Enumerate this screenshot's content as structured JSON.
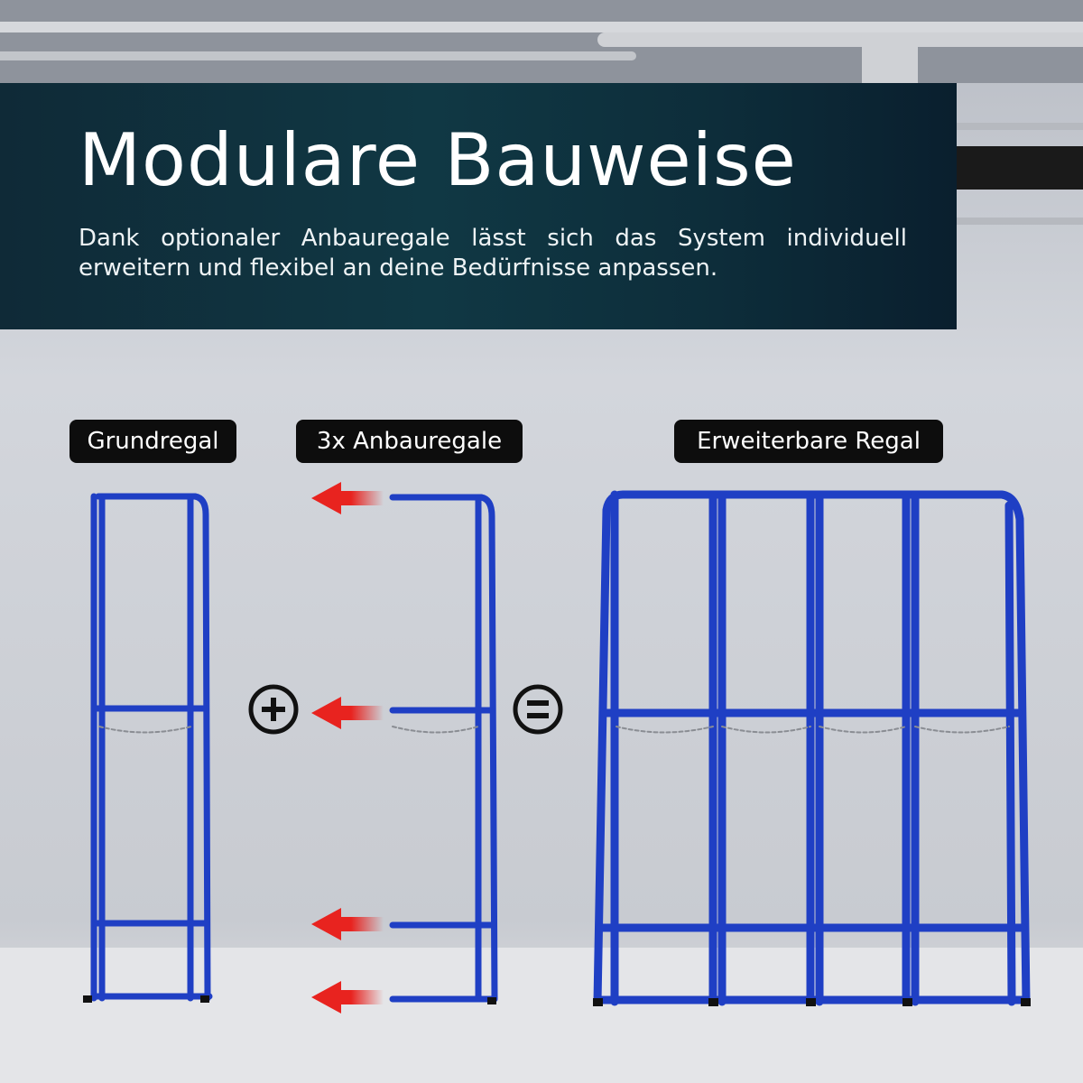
{
  "banner": {
    "title": "Modulare Bauweise",
    "subtitle": "Dank optionaler Anbauregale lässt sich das System individuell erweitern und flexibel an deine Bedürfnisse anpassen."
  },
  "labels": {
    "base": "Grundregal",
    "addon": "3x Anbauregale",
    "result": "Erweiterbare Regal"
  },
  "symbols": {
    "plus": "plus-icon",
    "equals": "equals-icon",
    "arrow": "arrow-left-icon"
  },
  "colors": {
    "rack_blue": "#1f3fc4",
    "arrow_red": "#e8231f",
    "banner_bg": "#0f3440",
    "label_bg": "#0d0d0d"
  }
}
